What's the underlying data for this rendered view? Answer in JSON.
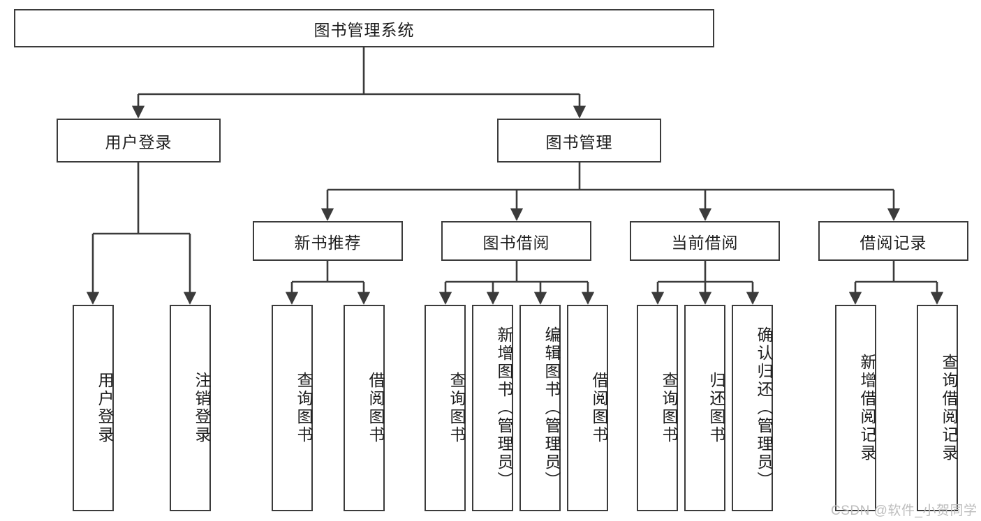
{
  "diagram": {
    "title": "图书管理系统",
    "type": "tree-hierarchy-chart",
    "colors": {
      "box_border": "#3b3b3b",
      "box_fill": "#ffffff",
      "connector": "#3b3b3b",
      "text": "#1d1d1d",
      "watermark": "#bdbdbd"
    },
    "root": {
      "label": "图书管理系统"
    },
    "level2": [
      {
        "label": "用户登录"
      },
      {
        "label": "图书管理"
      }
    ],
    "level3": [
      {
        "label": "新书推荐"
      },
      {
        "label": "图书借阅"
      },
      {
        "label": "当前借阅"
      },
      {
        "label": "借阅记录"
      }
    ],
    "leaves_user_login": [
      {
        "label": "用户登录"
      },
      {
        "label": "注销登录"
      }
    ],
    "leaves_new_book": [
      {
        "label": "查询图书"
      },
      {
        "label": "借阅图书"
      }
    ],
    "leaves_borrow": [
      {
        "label": "查询图书"
      },
      {
        "label": "新增图书（管理员）"
      },
      {
        "label": "编辑图书（管理员）"
      },
      {
        "label": "借阅图书"
      }
    ],
    "leaves_current": [
      {
        "label": "查询图书"
      },
      {
        "label": "归还图书"
      },
      {
        "label": "确认归还（管理员）"
      }
    ],
    "leaves_records": [
      {
        "label": "新增借阅记录"
      },
      {
        "label": "查询借阅记录"
      }
    ]
  },
  "watermark": {
    "text": "CSDN @软件_小贺同学"
  }
}
